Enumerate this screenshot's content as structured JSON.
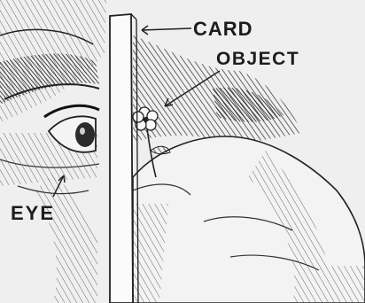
{
  "labels": {
    "card": "CARD",
    "object": "OBJECT",
    "eye": "EYE"
  },
  "icons": {
    "face": "face-profile-sketch",
    "eye": "eye-icon",
    "card": "card-strip",
    "hand": "hand-sketch",
    "flower": "flower-icon"
  },
  "colors": {
    "ink": "#1c1c1c",
    "paper": "#efefef",
    "card_face": "#fbfbfb"
  }
}
